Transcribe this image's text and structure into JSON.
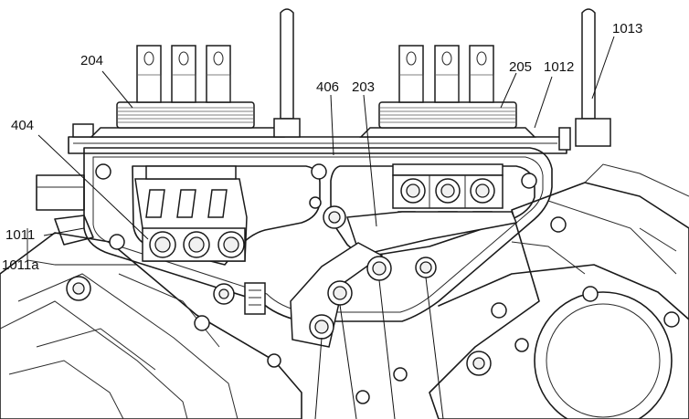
{
  "figure": {
    "labels": {
      "l204": "204",
      "l205": "205",
      "l1012": "1012",
      "l1013": "1013",
      "l406": "406",
      "l203": "203",
      "l404": "404",
      "l1011": "1011",
      "l1011a": "1011a"
    },
    "colors": {
      "line": "#1a1a1a",
      "background": "#ffffff"
    }
  }
}
